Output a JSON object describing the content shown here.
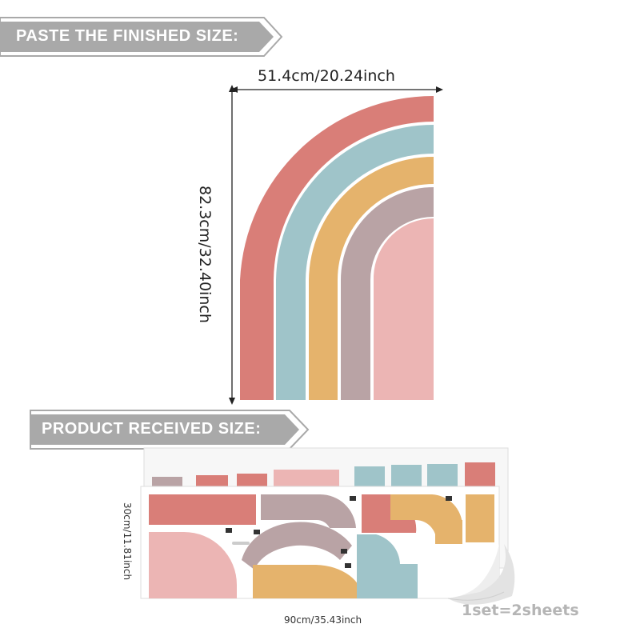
{
  "banners": {
    "finished": "PASTE THE FINISHED SIZE:",
    "received": "PRODUCT RECEIVED SIZE:"
  },
  "finished_size": {
    "width_label": "51.4cm/20.24inch",
    "height_label": "82.3cm/32.40inch"
  },
  "received_size": {
    "height_label": "30cm/11.81inch",
    "width_label": "90cm/35.43inch"
  },
  "set_note": "1set=2sheets",
  "colors": {
    "banner_fill": "#a9a9a9",
    "coral": "#d97e78",
    "blue": "#9fc4c9",
    "mustard": "#e5b36c",
    "mauve": "#b9a3a5",
    "pink": "#ecb5b4"
  },
  "icons": {
    "banner_shape": "arrow-banner",
    "dimension_arrows": "double-arrow"
  }
}
